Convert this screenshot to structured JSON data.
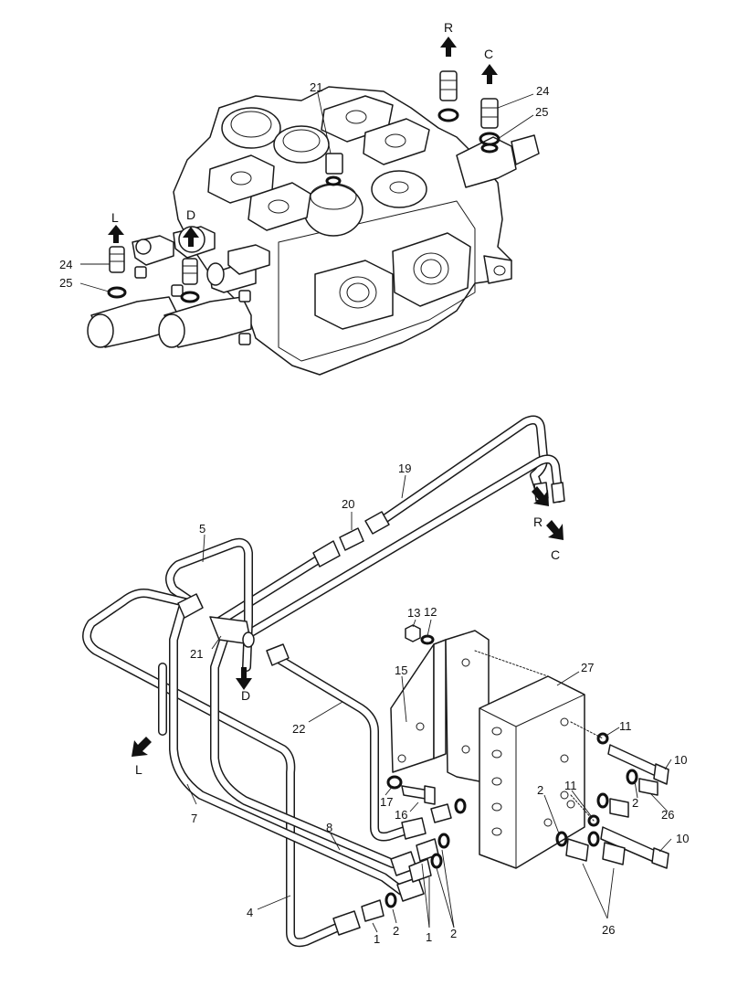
{
  "part_numbers": [
    "1",
    "2",
    "4",
    "5",
    "7",
    "8",
    "10",
    "11",
    "12",
    "13",
    "15",
    "16",
    "17",
    "19",
    "20",
    "21",
    "22",
    "24",
    "25",
    "26",
    "27"
  ],
  "port_letters": [
    "R",
    "C",
    "L",
    "D"
  ],
  "labels": {
    "top_21": "21",
    "top_24_right": "24",
    "top_25_right": "25",
    "top_24_left": "24",
    "top_25_left": "25",
    "top_R": "R",
    "top_C": "C",
    "top_L": "L",
    "top_D": "D",
    "l19": "19",
    "l20": "20",
    "l5": "5",
    "lR": "R",
    "lC": "C",
    "l13": "13",
    "l12": "12",
    "l21": "21",
    "l15": "15",
    "l27": "27",
    "lD": "D",
    "l22": "22",
    "l11a": "11",
    "l10a": "10",
    "lL": "L",
    "l17": "17",
    "l16": "16",
    "l2a": "2",
    "l11b": "11",
    "l2b": "2",
    "l26a": "26",
    "l7": "7",
    "l8": "8",
    "l10b": "10",
    "l4": "4",
    "l1a": "1",
    "l2c": "2",
    "l1b": "1",
    "l2d": "2",
    "l26b": "26"
  },
  "colors": {
    "line": "#1a1a1a",
    "background": "#ffffff"
  }
}
